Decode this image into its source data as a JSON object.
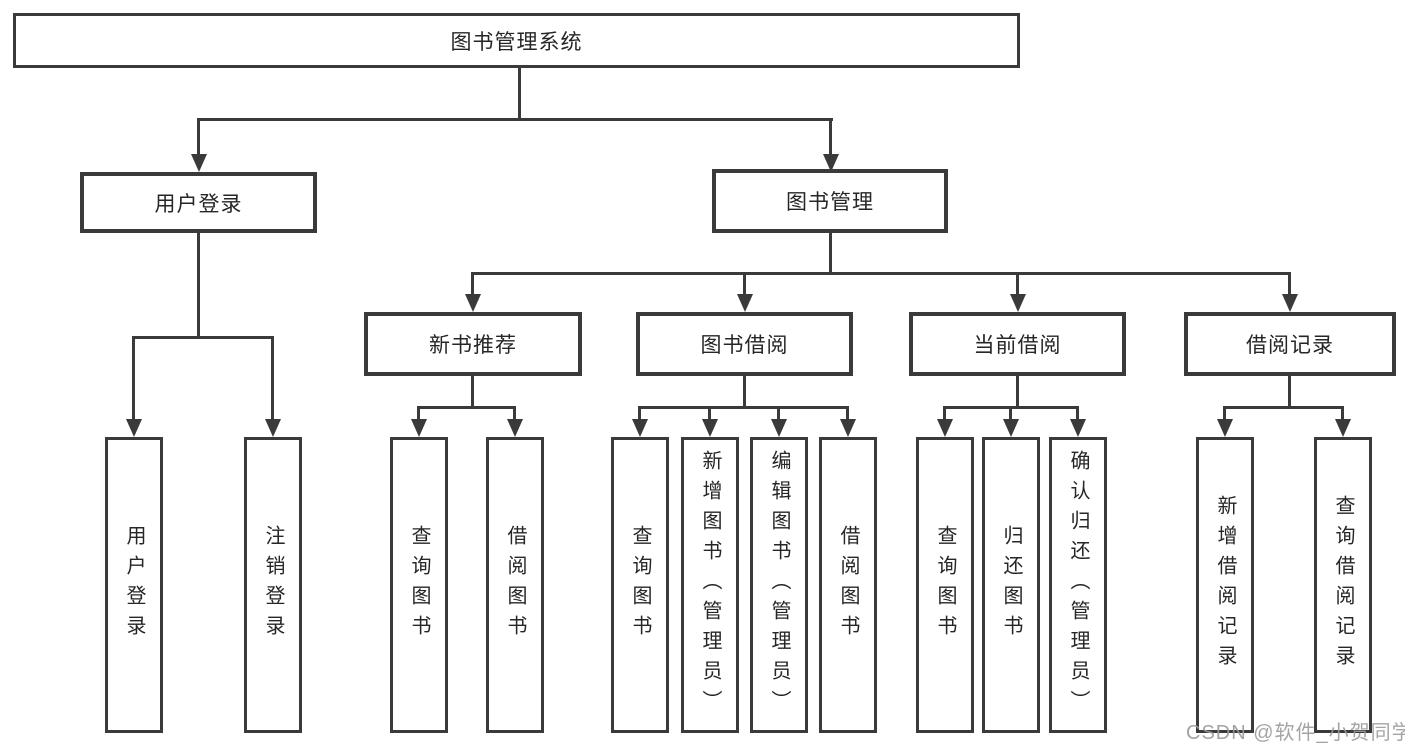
{
  "tree": {
    "label": "图书管理系统",
    "children": [
      {
        "label": "用户登录",
        "children": [
          {
            "label": "用户登录"
          },
          {
            "label": "注销登录"
          }
        ]
      },
      {
        "label": "图书管理",
        "children": [
          {
            "label": "新书推荐",
            "children": [
              {
                "label": "查询图书"
              },
              {
                "label": "借阅图书"
              }
            ]
          },
          {
            "label": "图书借阅",
            "children": [
              {
                "label": "查询图书"
              },
              {
                "label": "新增图书（管理员）"
              },
              {
                "label": "编辑图书（管理员）"
              },
              {
                "label": "借阅图书"
              }
            ]
          },
          {
            "label": "当前借阅",
            "children": [
              {
                "label": "查询图书"
              },
              {
                "label": "归还图书"
              },
              {
                "label": "确认归还（管理员）"
              }
            ]
          },
          {
            "label": "借阅记录",
            "children": [
              {
                "label": "新增借阅记录"
              },
              {
                "label": "查询借阅记录"
              }
            ]
          }
        ]
      }
    ]
  },
  "watermark": {
    "text": "CSDN @软件_小贺同学"
  },
  "colors": {
    "line": "#3a3a3a",
    "text": "#262626",
    "watermark": "#9b9b9b",
    "background": "#ffffff"
  }
}
